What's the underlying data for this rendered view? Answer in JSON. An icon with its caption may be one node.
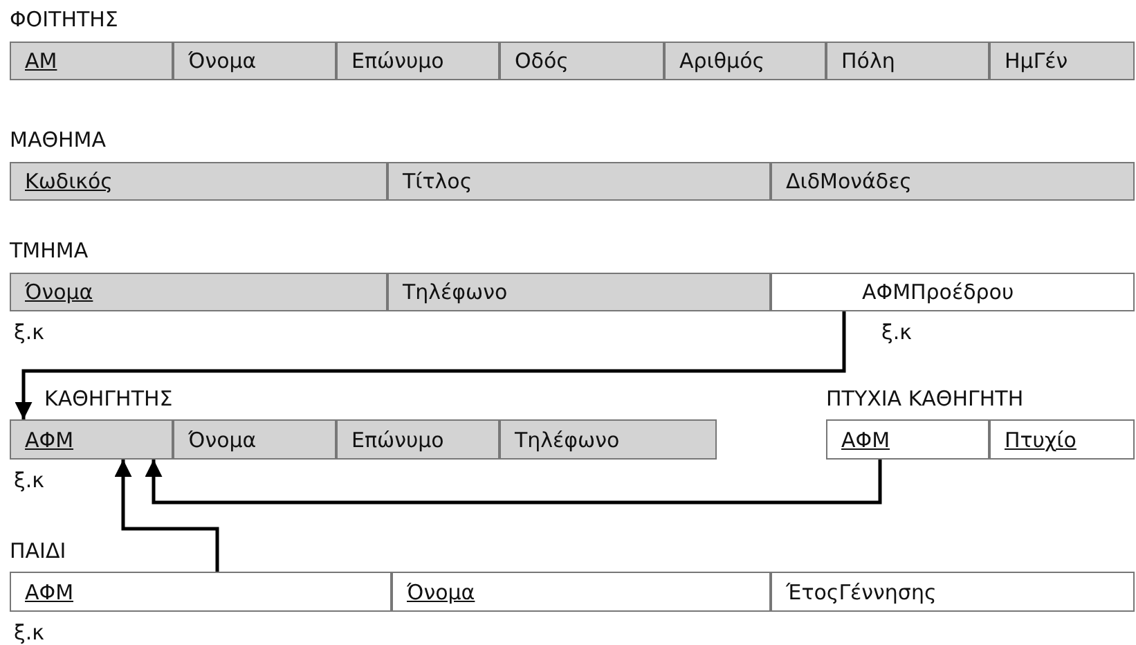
{
  "diagram": {
    "nodes": [
      {
        "text": [
          "ΦΟΙΤΗΤΗΣ"
        ]
      },
      {
        "text": [
          "ΑΜ"
        ],
        "in": 0
      },
      {
        "text": [
          "Όνομα"
        ],
        "in": 0
      },
      {
        "text": [
          "Επώνυμο"
        ],
        "in": 0
      },
      {
        "text": [
          "Οδός"
        ],
        "in": 0
      },
      {
        "text": [
          "Αριθμός"
        ],
        "in": 0
      },
      {
        "text": [
          "Πόλη"
        ],
        "in": 0
      },
      {
        "text": [
          "ΗμΓέν"
        ],
        "in": 0
      },
      {
        "text": [
          "ΜΑΘΗΜΑ"
        ]
      },
      {
        "text": [
          "Κωδικός"
        ],
        "in": 8
      },
      {
        "text": [
          "Τίτλος"
        ],
        "in": 8
      },
      {
        "text": [
          "ΔιδΜονάδες"
        ],
        "in": 8
      },
      {
        "text": [
          "ΤΜΗΜΑ"
        ]
      },
      {
        "text": [
          "Όνομα"
        ],
        "in": 12,
        "beside": [
          "ξ.κ"
        ]
      },
      {
        "text": [
          "Τηλέφωνο"
        ],
        "in": 12
      },
      {
        "text": [
          "ΑΦΜΠροέδρου"
        ],
        "in": 12,
        "beside": [
          "ξ.κ"
        ]
      },
      {
        "text": [
          "ΚΑΘΗΓΗΤΗΣ"
        ]
      },
      {
        "text": [
          "ΑΦΜ"
        ],
        "in": 16,
        "beside": [
          "ξ.κ"
        ]
      },
      {
        "text": [
          "Όνομα"
        ],
        "in": 16
      },
      {
        "text": [
          "Επώνυμο"
        ],
        "in": 16
      },
      {
        "text": [
          "Τηλέφωνο"
        ],
        "in": 16
      },
      {
        "text": [
          "ΠΤΥΧΙΑ ΚΑΘΗΓΗΤΗ"
        ]
      },
      {
        "text": [
          "ΑΦΜ"
        ],
        "in": 21
      },
      {
        "text": [
          "Πτυχίο"
        ],
        "in": 21
      },
      {
        "text": [
          "ΠΑΙΔΙ"
        ]
      },
      {
        "text": [
          "ΑΦΜ"
        ],
        "in": 24,
        "beside": [
          "ξ.κ"
        ]
      },
      {
        "text": [
          "Όνομα"
        ],
        "in": 24
      },
      {
        "text": [
          "ΈτοςΓέννησης"
        ],
        "in": 24
      }
    ],
    "edges": [
      {
        "from": 15,
        "to": 17,
        "arrow": "to"
      },
      {
        "from": 22,
        "to": 17,
        "arrow": "to"
      },
      {
        "from": 25,
        "to": 17,
        "arrow": "to"
      }
    ]
  }
}
